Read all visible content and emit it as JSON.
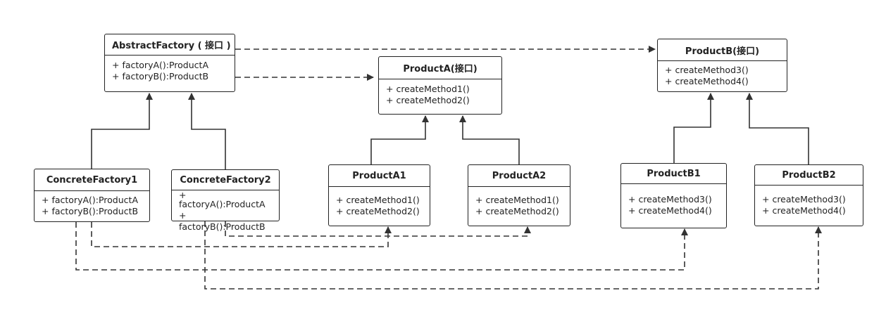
{
  "classes": {
    "abstract_factory": {
      "name": "AbstractFactory ( 接口 )",
      "ops": [
        "+ factoryA():ProductA",
        "+ factoryB():ProductB"
      ]
    },
    "product_a": {
      "name": "ProductA(接口)",
      "ops": [
        "+ createMethod1()",
        "+ createMethod2()"
      ]
    },
    "product_b": {
      "name": "ProductB(接口)",
      "ops": [
        "+ createMethod3()",
        "+ createMethod4()"
      ]
    },
    "concrete_factory1": {
      "name": "ConcreteFactory1",
      "ops": [
        "+ factoryA():ProductA",
        "+ factoryB():ProductB"
      ]
    },
    "concrete_factory2": {
      "name": "ConcreteFactory2",
      "ops": [
        "+",
        "factoryA():ProductA",
        "+",
        "factoryB():ProductB"
      ]
    },
    "product_a1": {
      "name": "ProductA1",
      "ops": [
        "+ createMethod1()",
        "+ createMethod2()"
      ]
    },
    "product_a2": {
      "name": "ProductA2",
      "ops": [
        "+ createMethod1()",
        "+ createMethod2()"
      ]
    },
    "product_b1": {
      "name": "ProductB1",
      "ops": [
        "+ createMethod3()",
        "+ createMethod4()"
      ]
    },
    "product_b2": {
      "name": "ProductB2",
      "ops": [
        "+ createMethod3()",
        "+ createMethod4()"
      ]
    }
  },
  "colors": {
    "line": "#222222",
    "box_border": "#222222",
    "background": "#ffffff"
  }
}
